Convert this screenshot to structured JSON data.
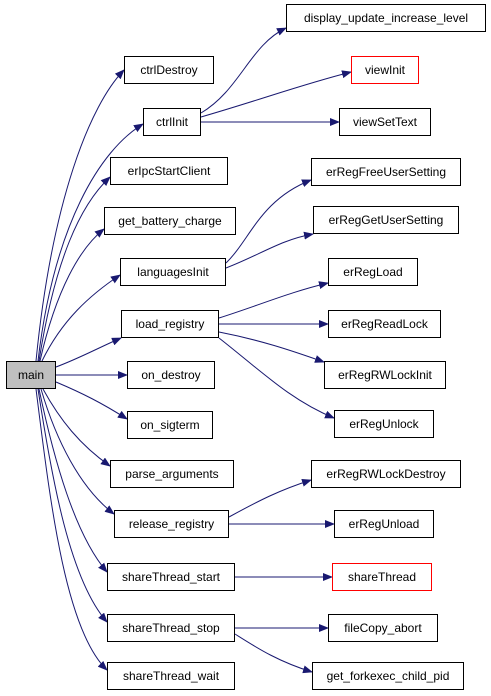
{
  "graph": {
    "edge_color": "#191970",
    "truncated_border_color": "#ff0000",
    "root_fill": "#bfbfbf",
    "nodes": {
      "main": "main",
      "ctrlDestroy": "ctrlDestroy",
      "ctrlInit": "ctrlInit",
      "erIpcStartClient": "erIpcStartClient",
      "get_battery_charge": "get_battery_charge",
      "languagesInit": "languagesInit",
      "load_registry": "load_registry",
      "on_destroy": "on_destroy",
      "on_sigterm": "on_sigterm",
      "parse_arguments": "parse_arguments",
      "release_registry": "release_registry",
      "shareThread_start": "shareThread_start",
      "shareThread_stop": "shareThread_stop",
      "shareThread_wait": "shareThread_wait",
      "display_update_increase_level": "display_update_increase_level",
      "viewInit": "viewInit",
      "viewSetText": "viewSetText",
      "erRegFreeUserSetting": "erRegFreeUserSetting",
      "erRegGetUserSetting": "erRegGetUserSetting",
      "erRegLoad": "erRegLoad",
      "erRegReadLock": "erRegReadLock",
      "erRegRWLockInit": "erRegRWLockInit",
      "erRegUnlock": "erRegUnlock",
      "erRegRWLockDestroy": "erRegRWLockDestroy",
      "erRegUnload": "erRegUnload",
      "shareThread": "shareThread",
      "fileCopy_abort": "fileCopy_abort",
      "get_forkexec_child_pid": "get_forkexec_child_pid"
    },
    "truncated_nodes": [
      "viewInit",
      "shareThread"
    ]
  }
}
